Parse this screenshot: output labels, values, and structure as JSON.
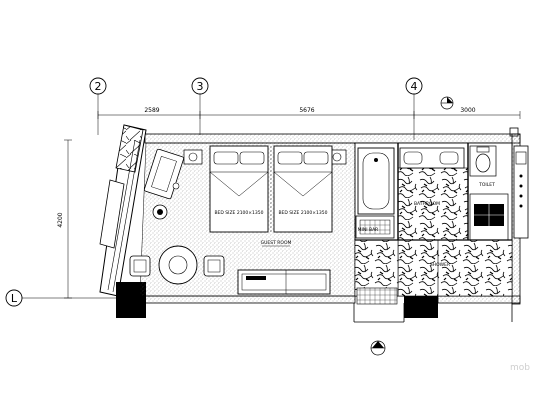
{
  "grid_axes": {
    "axis_2": "2",
    "axis_3": "3",
    "axis_4": "4",
    "axis_L": "L"
  },
  "dimensions": {
    "d_left": "2589",
    "d_middle": "5676",
    "d_right": "3000",
    "d_vertical": "4200"
  },
  "labels": {
    "bed_size_1": "BED SIZE 2100×1350",
    "bed_size_2": "BED SIZE 2100×1350",
    "guest_room": "GUEST ROOM",
    "bathroom": "BATHROOM",
    "toilet": "TOILET",
    "shower": "SHOWER",
    "mini_bar": "MINI BAR"
  },
  "watermark": "mob"
}
